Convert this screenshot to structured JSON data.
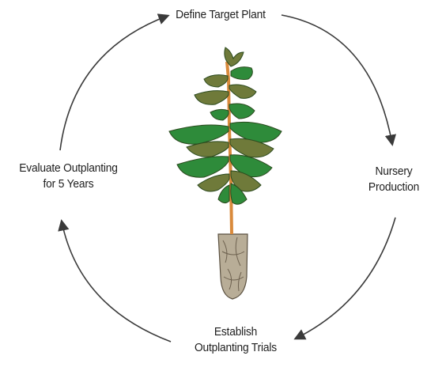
{
  "cycle": {
    "steps": [
      {
        "lines": [
          "Define Target Plant"
        ]
      },
      {
        "lines": [
          "Nursery",
          "Production"
        ]
      },
      {
        "lines": [
          "Establish",
          "Outplanting Trials"
        ]
      },
      {
        "lines": [
          "Evaluate Outplanting",
          "for 5 Years"
        ]
      }
    ]
  },
  "colors": {
    "arrow": "#3a3a3a",
    "stem": "#d98a3c",
    "leaf_dark": "#2e8b3a",
    "leaf_olive": "#6f7a3a",
    "leaf_edge": "#2b4a1e",
    "root_plug": "#b8ad97"
  }
}
